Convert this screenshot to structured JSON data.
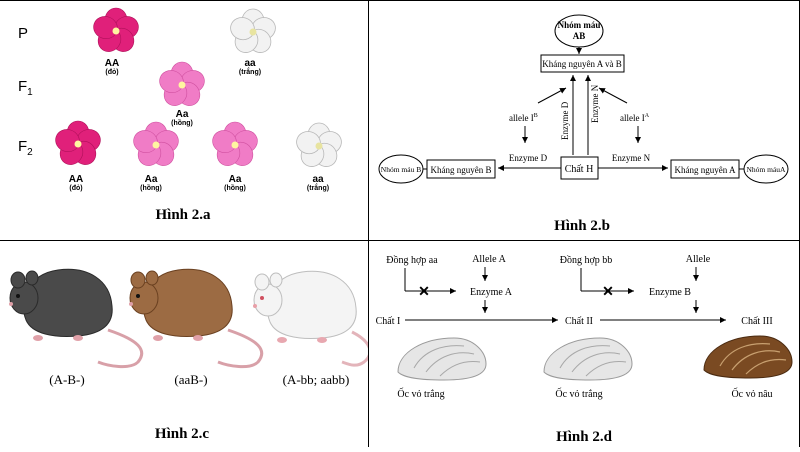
{
  "fig_a": {
    "gen_p": "P",
    "gen_f1": "F",
    "gen_f1_sub": "1",
    "gen_f2": "F",
    "gen_f2_sub": "2",
    "p_red_genotype": "AA",
    "p_red_phenotype": "(đỏ)",
    "p_white_genotype": "aa",
    "p_white_phenotype": "(trắng)",
    "f1_genotype": "Aa",
    "f1_phenotype": "(hồng)",
    "f2_1_genotype": "AA",
    "f2_1_phenotype": "(đỏ)",
    "f2_2_genotype": "Aa",
    "f2_2_phenotype": "(hồng)",
    "f2_3_genotype": "Aa",
    "f2_3_phenotype": "(hồng)",
    "f2_4_genotype": "aa",
    "f2_4_phenotype": "(trắng)",
    "caption": "Hình 2.a",
    "colors": {
      "red": "#e0207a",
      "pink": "#f07cc6",
      "white": "#f2f2f2"
    }
  },
  "fig_b": {
    "blood_ab_line1": "Nhóm máu",
    "blood_ab_line2": "AB",
    "antigen_ab": "Kháng nguyên A và B",
    "enzyme_d_vertical": "Enzyme D",
    "enzyme_n_vertical": "Enzyme N",
    "allele_ib": "allele I",
    "allele_ib_sup": "B",
    "allele_ia": "allele I",
    "allele_ia_sup": "A",
    "enzyme_d": "Enzyme D",
    "enzyme_n": "Enzyme N",
    "chat_h": "Chất H",
    "blood_b": "Nhóm máu B",
    "antigen_b": "Kháng nguyên B",
    "antigen_a": "Kháng nguyên A",
    "blood_a": "Nhóm máuA",
    "caption": "Hình 2.b"
  },
  "fig_c": {
    "rat_1_genotype": "(A-B-)",
    "rat_2_genotype": "(aaB-)",
    "rat_3_genotype": "(A-bb; aabb)",
    "caption": "Hình 2.c",
    "colors": {
      "black": "#4a4a4a",
      "brown": "#9c6b43",
      "white": "#f4f4f4"
    }
  },
  "fig_d": {
    "homo_aa": "Đồng hợp aa",
    "allele_a": "Allele A",
    "enzyme_a": "Enzyme A",
    "homo_bb": "Đồng hợp bb",
    "allele_b": "Allele",
    "enzyme_b": "Enzyme B",
    "chat_1": "Chất I",
    "chat_2": "Chất II",
    "chat_3": "Chất III",
    "snail_1": "Ốc vỏ trắng",
    "snail_2": "Ốc vỏ trắng",
    "snail_3": "Ốc vỏ nâu",
    "caption": "Hình 2.d",
    "colors": {
      "shell_white": "#e6e6e6",
      "shell_brown": "#7a4a22"
    }
  }
}
